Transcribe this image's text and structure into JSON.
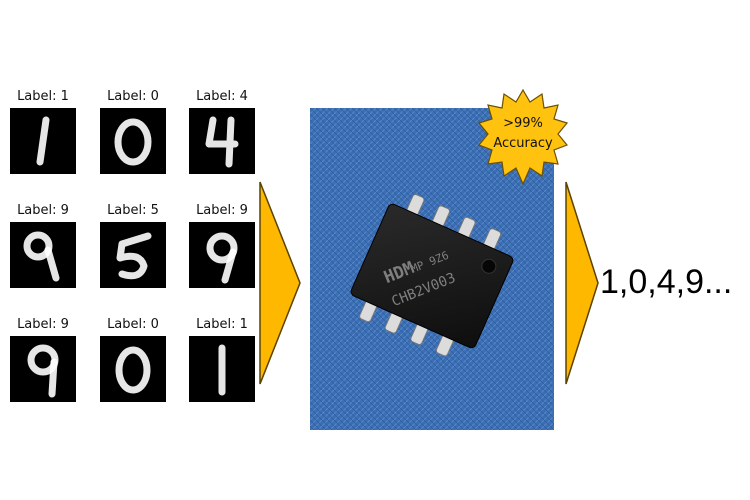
{
  "digit_samples": [
    {
      "label": "Label: 1",
      "digit": "1"
    },
    {
      "label": "Label: 0",
      "digit": "0"
    },
    {
      "label": "Label: 4",
      "digit": "4"
    },
    {
      "label": "Label: 9",
      "digit": "9"
    },
    {
      "label": "Label: 5",
      "digit": "5"
    },
    {
      "label": "Label: 9",
      "digit": "9"
    },
    {
      "label": "Label: 9",
      "digit": "9"
    },
    {
      "label": "Label: 0",
      "digit": "0"
    },
    {
      "label": "Label: 1",
      "digit": "1"
    }
  ],
  "badge": {
    "line1": ">99%",
    "line2": "Accuracy"
  },
  "chip_markings": {
    "line1": "HDM",
    "line2": "MP 9Z6",
    "line3": "CHB2V003"
  },
  "output": "1,0,4,9...",
  "colors": {
    "arrow": "#FFB800",
    "badge": "#FFC20E",
    "photo_bg": "#3B6FB5",
    "chip_body": "#1c1c1c",
    "pins": "#d9d9d9"
  }
}
